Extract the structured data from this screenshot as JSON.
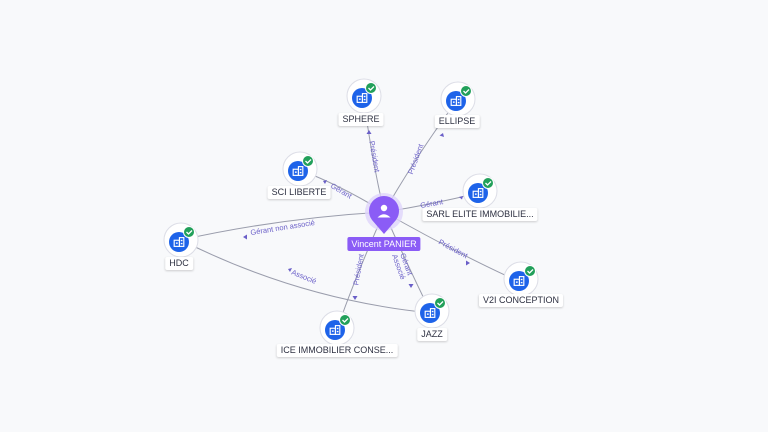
{
  "center": {
    "label": "Vincent PANIER",
    "icon": "person-icon",
    "color": "#8b5cf6"
  },
  "nodes": [
    {
      "id": "sphere",
      "label": "SPHERE",
      "icon": "building-icon",
      "badge": "check-badge-icon"
    },
    {
      "id": "ellipse",
      "label": "ELLIPSE",
      "icon": "building-icon",
      "badge": "check-badge-icon"
    },
    {
      "id": "sci",
      "label": "SCI LIBERTE",
      "icon": "building-icon",
      "badge": "check-badge-icon"
    },
    {
      "id": "sarl",
      "label": "SARL ELITE IMMOBILIE...",
      "icon": "building-icon",
      "badge": "check-badge-icon"
    },
    {
      "id": "hdc",
      "label": "HDC",
      "icon": "building-icon",
      "badge": "check-badge-icon"
    },
    {
      "id": "v2i",
      "label": "V2I CONCEPTION",
      "icon": "building-icon",
      "badge": "check-badge-icon"
    },
    {
      "id": "jazz",
      "label": "JAZZ",
      "icon": "building-icon",
      "badge": "check-badge-icon"
    },
    {
      "id": "ice",
      "label": "ICE IMMOBILIER CONSE...",
      "icon": "building-icon",
      "badge": "check-badge-icon"
    }
  ],
  "edges": [
    {
      "from": "center",
      "to": "sphere",
      "label": "Président"
    },
    {
      "from": "center",
      "to": "ellipse",
      "label": "Président"
    },
    {
      "from": "center",
      "to": "sci",
      "label": "Gérant"
    },
    {
      "from": "center",
      "to": "sarl",
      "label": "Gérant"
    },
    {
      "from": "center",
      "to": "hdc",
      "label": "Gérant non associé"
    },
    {
      "from": "center",
      "to": "v2i",
      "label": "Président"
    },
    {
      "from": "center",
      "to": "jazz",
      "label": "Gérant Associé"
    },
    {
      "from": "center",
      "to": "ice",
      "label": "Président"
    },
    {
      "from": "jazz",
      "to": "hdc",
      "label": "Associé"
    }
  ],
  "colors": {
    "node": "#1e63e9",
    "badge": "#22a05a",
    "edge_label": "#6a5fc8",
    "edge": "#9a9dac"
  }
}
